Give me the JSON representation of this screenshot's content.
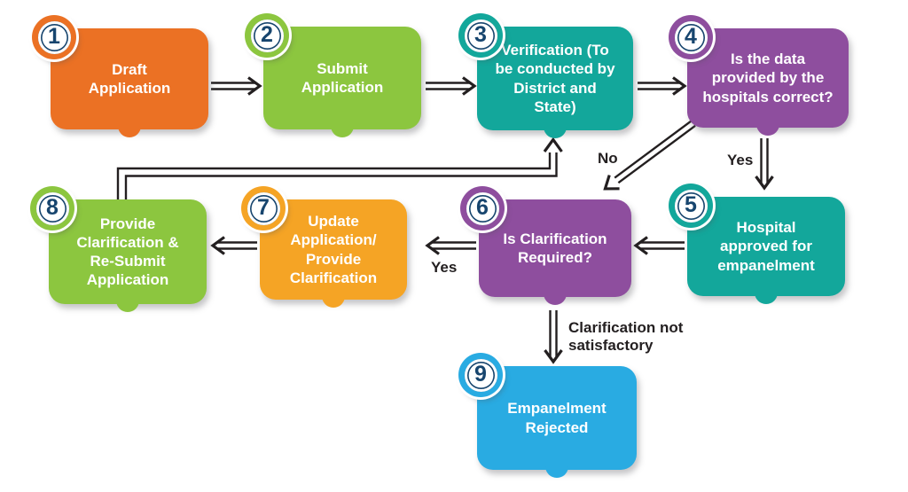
{
  "nodes": [
    {
      "number": "1",
      "label": "Draft\nApplication",
      "color": "#EB7124"
    },
    {
      "number": "2",
      "label": "Submit\nApplication",
      "color": "#8CC63F"
    },
    {
      "number": "3",
      "label": "Verification (To\nbe conducted by\nDistrict and\nState)",
      "color": "#13A79B"
    },
    {
      "number": "4",
      "label": "Is the data\nprovided by the\nhospitals correct?",
      "color": "#8E4E9E"
    },
    {
      "number": "5",
      "label": "Hospital\napproved for\nempanelment",
      "color": "#13A79B"
    },
    {
      "number": "6",
      "label": "Is Clarification\nRequired?",
      "color": "#8E4E9E"
    },
    {
      "number": "7",
      "label": "Update\nApplication/\nProvide\nClarification",
      "color": "#F5A425"
    },
    {
      "number": "8",
      "label": "Provide\nClarification &\nRe-Submit\nApplication",
      "color": "#8CC63F"
    },
    {
      "number": "9",
      "label": "Empanelment\nRejected",
      "color": "#29ABE2"
    }
  ],
  "edge_labels": {
    "yes_top": "Yes",
    "no": "No",
    "yes_mid": "Yes",
    "clarification": "Clarification not\nsatisfactory"
  },
  "colors": {
    "number_navy": "#17456E",
    "arrow_ink": "#231F20",
    "background": "#FFFFFF"
  }
}
